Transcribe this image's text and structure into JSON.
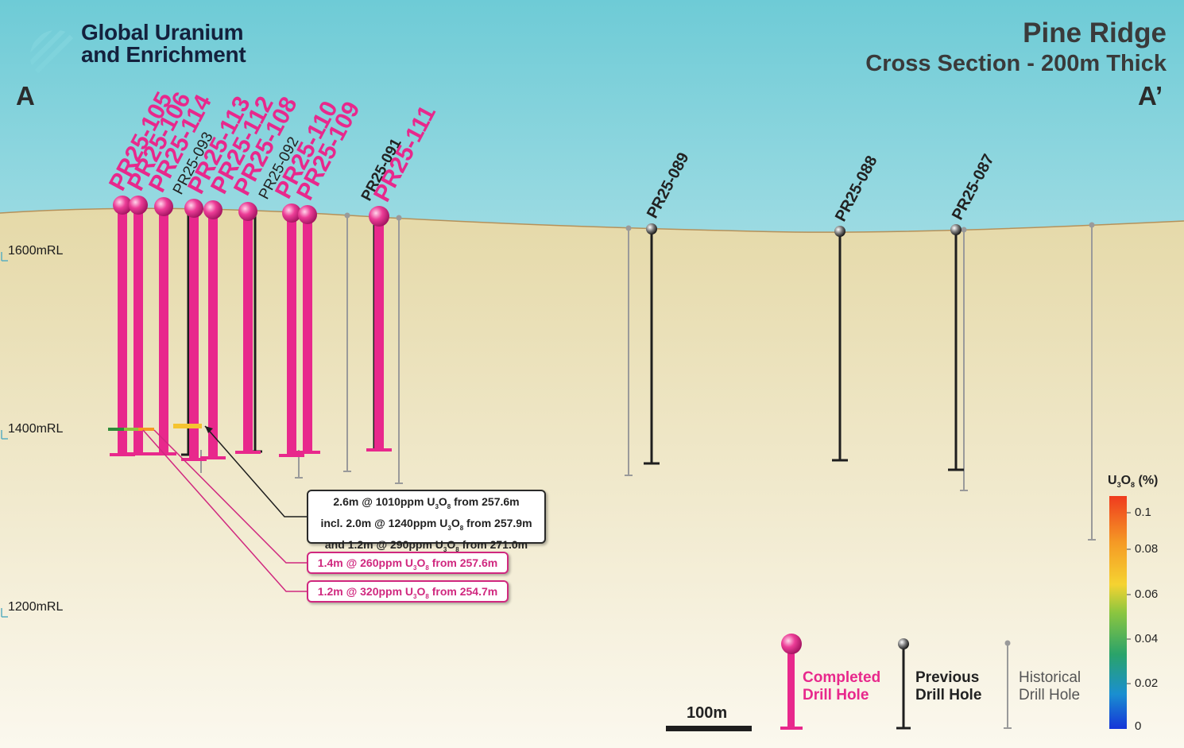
{
  "brand": {
    "line1": "Global Uranium",
    "line2": "and Enrichment"
  },
  "title": {
    "main": "Pine Ridge",
    "sub": "Cross Section - 200m Thick"
  },
  "section_ends": {
    "left": "A",
    "right": "A’"
  },
  "rl_labels": [
    "1600mRL",
    "1400mRL",
    "1200mRL"
  ],
  "colors": {
    "completed": "#e8288c",
    "previous": "#1e1e1e",
    "historical": "#9a9a9a",
    "sky_top": "#6ecbd6",
    "ground": "#e7ddb0"
  },
  "drill_holes_completed": [
    "PR25-105",
    "PR25-106",
    "PR25-114",
    "PR25-113",
    "PR25-112",
    "PR25-108",
    "PR25-110",
    "PR25-109",
    "PR25-111"
  ],
  "drill_holes_previous": [
    "PR25-093",
    "PR25-092",
    "PR25-091",
    "PR25-089",
    "PR25-088",
    "PR25-087"
  ],
  "callouts": {
    "black": {
      "line1": {
        "a": "2.6m @ 1010ppm U",
        "s1": "3",
        "b": "O",
        "s2": "8",
        "c": " from 257.6m"
      },
      "line2": {
        "a": "incl. 2.0m @ 1240ppm U",
        "s1": "3",
        "b": "O",
        "s2": "8",
        "c": " from 257.9m"
      },
      "line3": {
        "a": "and 1.2m @ 290ppm U",
        "s1": "3",
        "b": "O",
        "s2": "8",
        "c": " from 271.0m"
      }
    },
    "pink1": {
      "a": "1.4m @ 260ppm U",
      "s1": "3",
      "b": "O",
      "s2": "8",
      "c": " from 257.6m"
    },
    "pink2": {
      "a": "1.2m @ 320ppm U",
      "s1": "3",
      "b": "O",
      "s2": "8",
      "c": " from 254.7m"
    }
  },
  "legend": {
    "completed": {
      "line1": "Completed",
      "line2": "Drill Hole"
    },
    "previous": {
      "line1": "Previous",
      "line2": "Drill Hole"
    },
    "historical": {
      "line1": "Historical",
      "line2": "Drill Hole"
    }
  },
  "scale_bar": "100m",
  "colorbar": {
    "title_a": "U",
    "title_s1": "3",
    "title_b": "O",
    "title_s2": "8",
    "title_c": " (%)",
    "labels": [
      "0.1",
      "0.08",
      "0.06",
      "0.04",
      "0.02",
      "0"
    ]
  }
}
